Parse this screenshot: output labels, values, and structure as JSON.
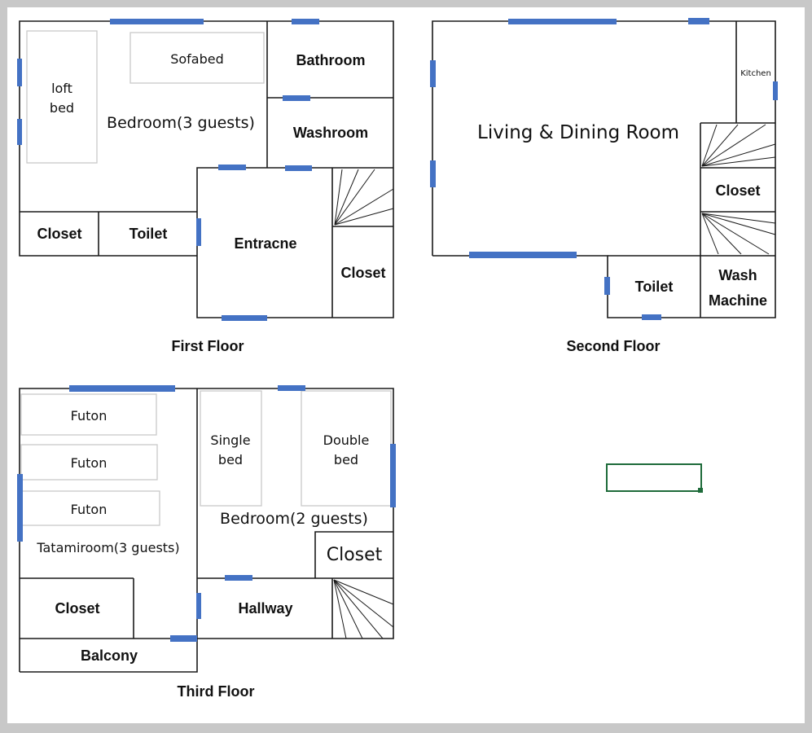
{
  "first_floor": {
    "caption": "First Floor",
    "loft_bed_line1": "loft",
    "loft_bed_line2": "bed",
    "sofabed": "Sofabed",
    "bedroom": "Bedroom(3 guests)",
    "bathroom": "Bathroom",
    "washroom": "Washroom",
    "closet_left": "Closet",
    "toilet": "Toilet",
    "entrance": "Entracne",
    "closet_right": "Closet"
  },
  "second_floor": {
    "caption": "Second Floor",
    "living": "Living & Dining Room",
    "kitchen": "Kitchen",
    "closet": "Closet",
    "toilet": "Toilet",
    "wash_line1": "Wash",
    "wash_line2": "Machine"
  },
  "third_floor": {
    "caption": "Third Floor",
    "futon1": "Futon",
    "futon2": "Futon",
    "futon3": "Futon",
    "tatami": "Tatamiroom(3 guests)",
    "closet_left": "Closet",
    "balcony": "Balcony",
    "single_line1": "Single",
    "single_line2": "bed",
    "double_line1": "Double",
    "double_line2": "bed",
    "bedroom": "Bedroom(2 guests)",
    "closet_right": "Closet",
    "hallway": "Hallway"
  },
  "colors": {
    "window": "#4472c4",
    "wall": "#1a1a1a",
    "furniture_outline": "#c9c9c9",
    "selection": "#1e6b3a",
    "frame": "#c8c8c8"
  }
}
